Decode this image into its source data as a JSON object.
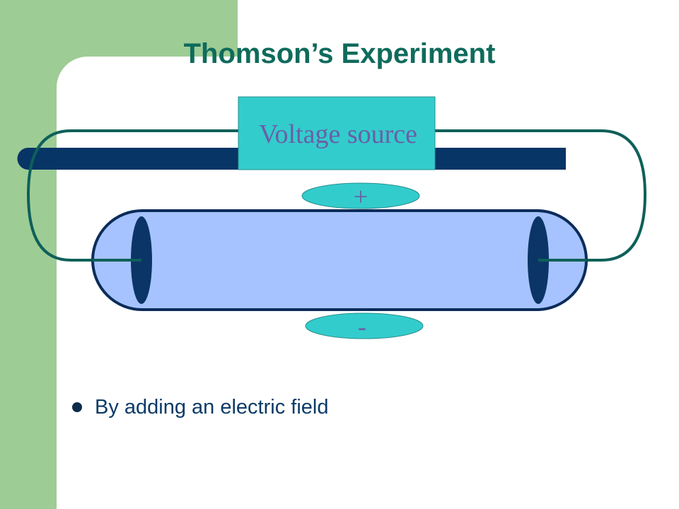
{
  "slide": {
    "title": "Thomson’s Experiment",
    "bullets": [
      "By adding an electric field"
    ]
  },
  "diagram": {
    "voltage_source_label": "Voltage source",
    "positive_plate_label": "+",
    "negative_plate_label": "-"
  },
  "colors": {
    "background_band": "#9ecc95",
    "title": "#0f6b5c",
    "tube_fill": "#a6c3ff",
    "tube_outline": "#0b2c5a",
    "electrode": "#0b3566",
    "wire": "#0e6059",
    "bar": "#073566",
    "voltage_box": "#33cccc",
    "voltage_text": "#6a5fa8",
    "plate_fill": "#33cccc",
    "bullet_text": "#0b3a66"
  }
}
